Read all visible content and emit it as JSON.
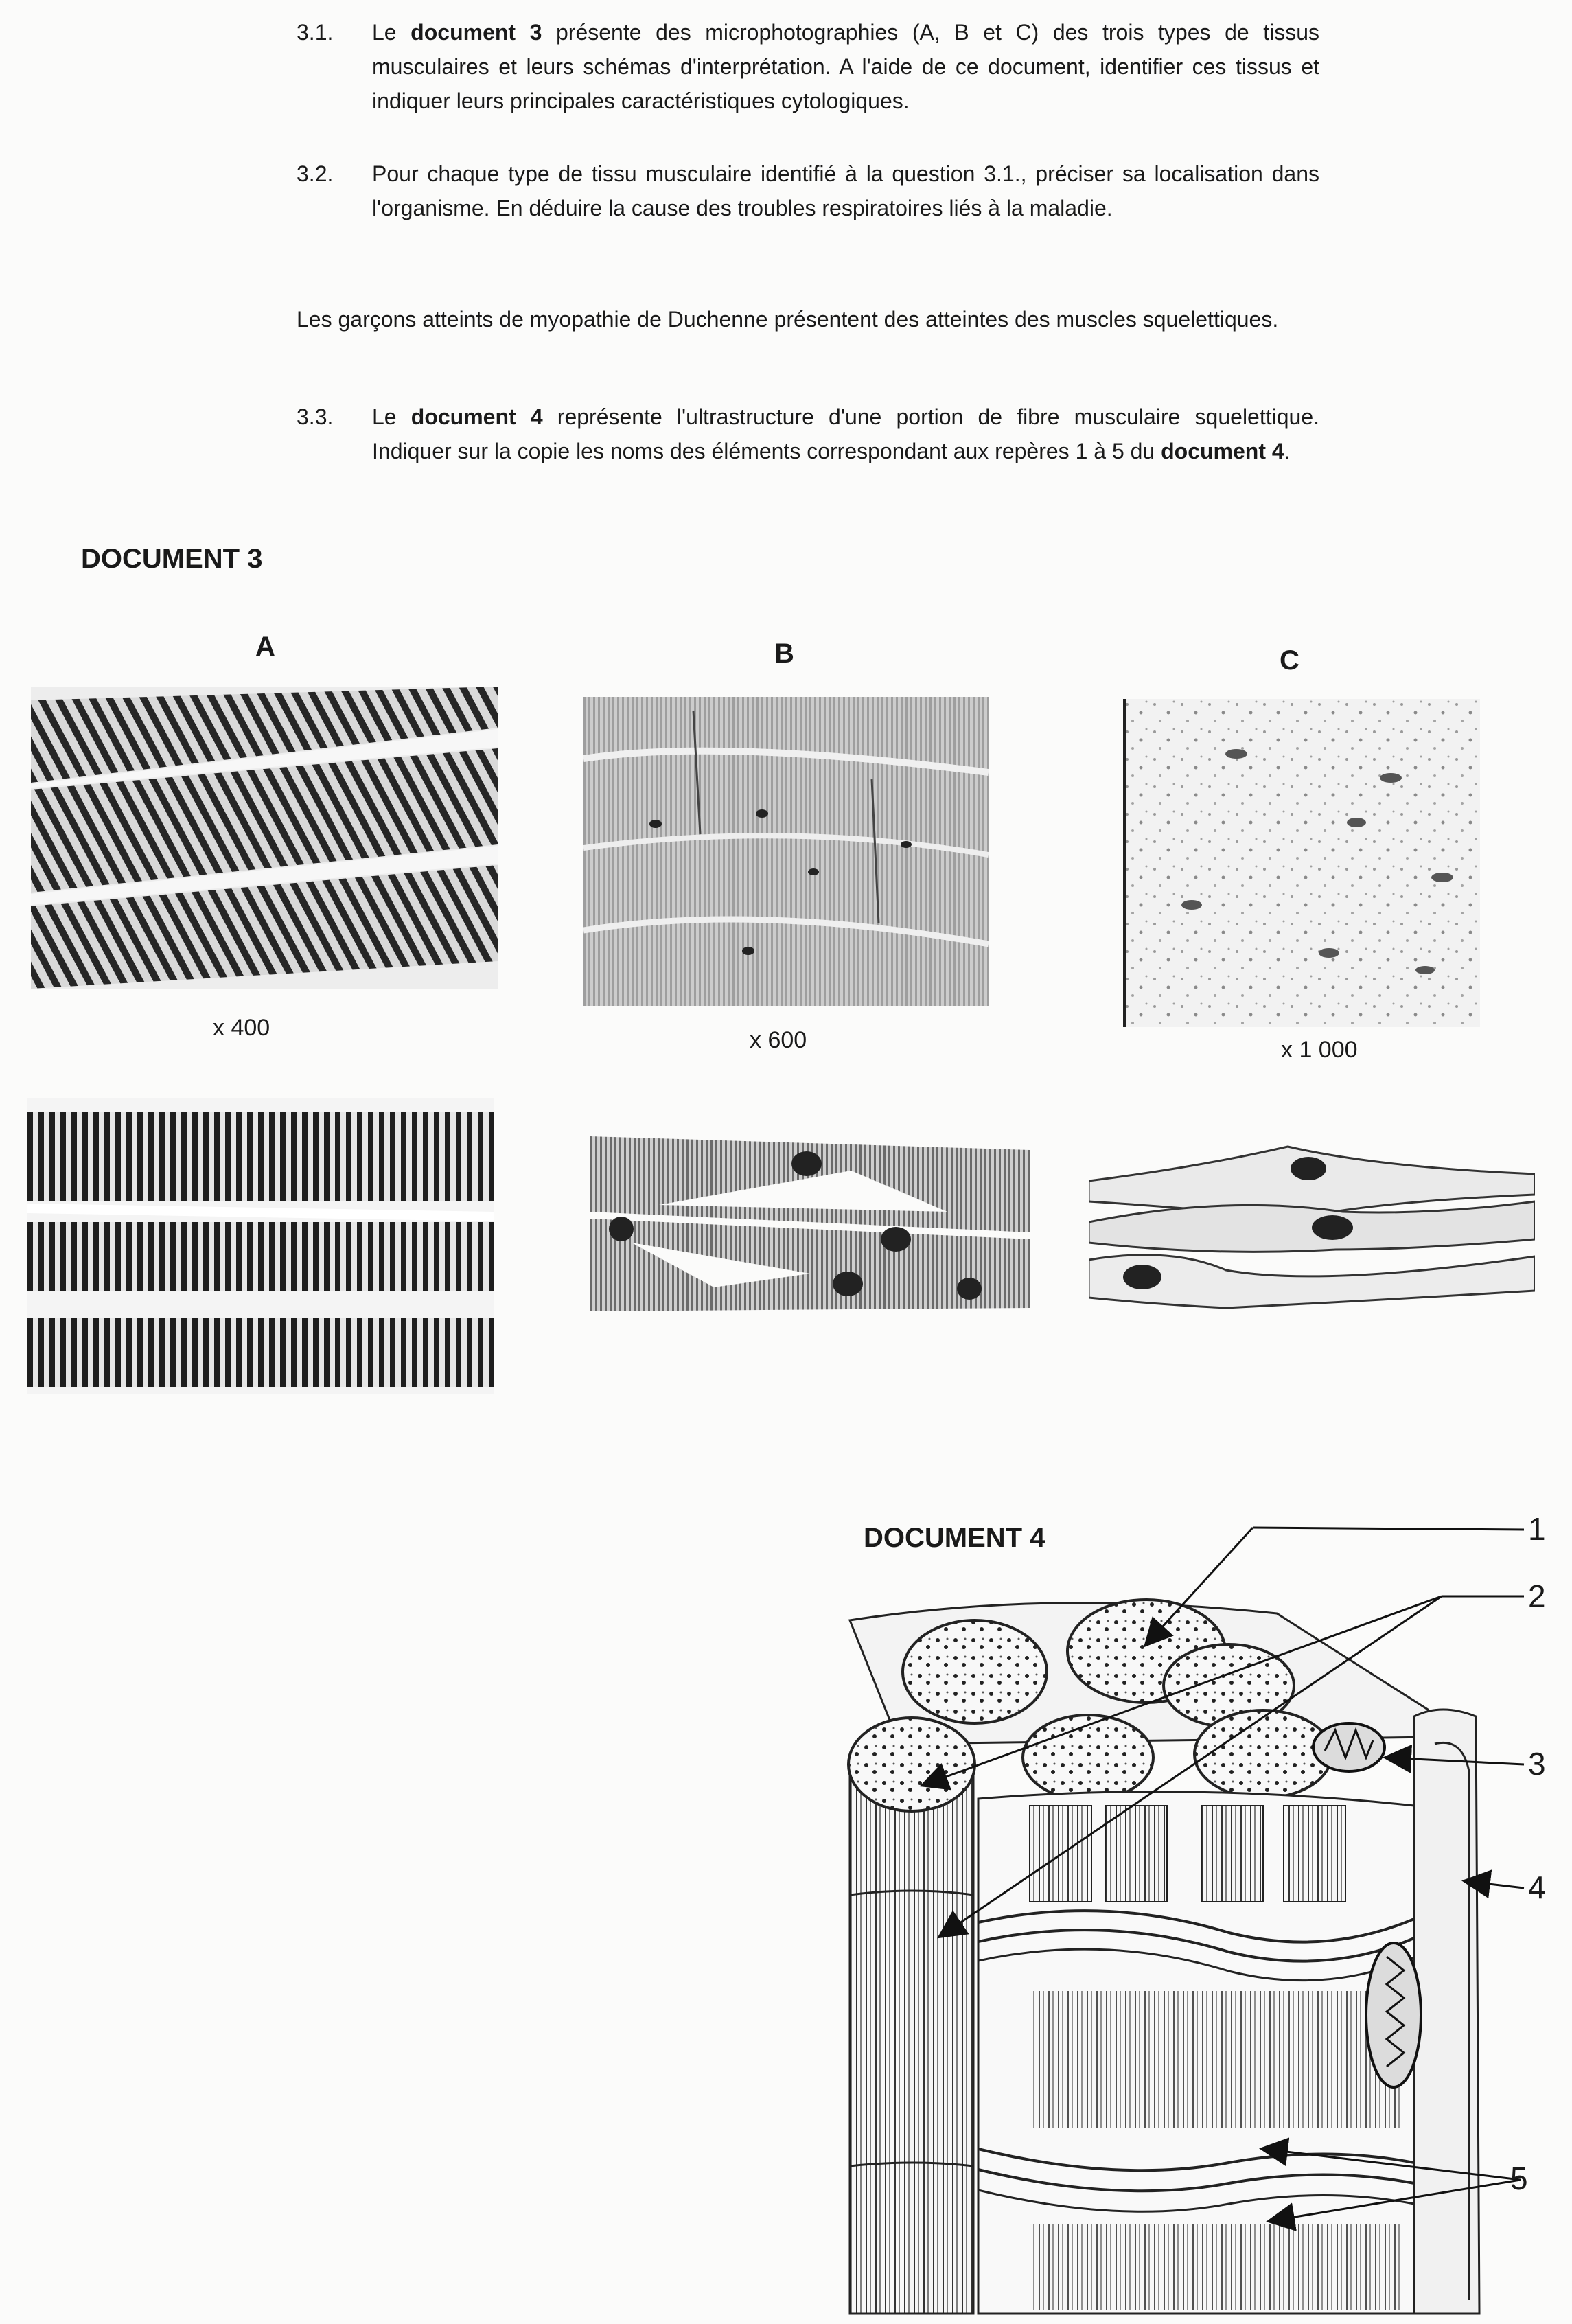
{
  "questions": [
    {
      "num": "3.1.",
      "pre": "Le ",
      "bold": "document 3",
      "post": " présente des microphotographies (A, B et C) des trois types de tissus musculaires et leurs schémas d'interprétation. A l'aide de ce document, identifier ces tissus et indiquer leurs principales caractéristiques cytologiques."
    },
    {
      "num": "3.2.",
      "text": "Pour chaque type de tissu musculaire identifié à la question 3.1., préciser sa localisation dans l'organisme. En déduire la cause des troubles respiratoires liés à la maladie."
    }
  ],
  "intro_paragraph": "Les garçons atteints de myopathie de Duchenne présentent des atteintes des muscles squelettiques.",
  "question_3_3": {
    "num": "3.3.",
    "pre": "Le ",
    "bold1": "document 4",
    "mid": " représente l'ultrastructure d'une portion de fibre musculaire squelettique. Indiquer sur la copie les noms des éléments correspondant aux repères 1 à 5 du ",
    "bold2": "document 4",
    "post": "."
  },
  "document3": {
    "heading": "DOCUMENT 3",
    "panels": [
      {
        "letter": "A",
        "magnification": "x 400"
      },
      {
        "letter": "B",
        "magnification": "x  600"
      },
      {
        "letter": "C",
        "magnification": "x 1 000"
      }
    ]
  },
  "document4": {
    "heading": "DOCUMENT 4",
    "labels": [
      "1",
      "2",
      "3",
      "4",
      "5"
    ]
  }
}
